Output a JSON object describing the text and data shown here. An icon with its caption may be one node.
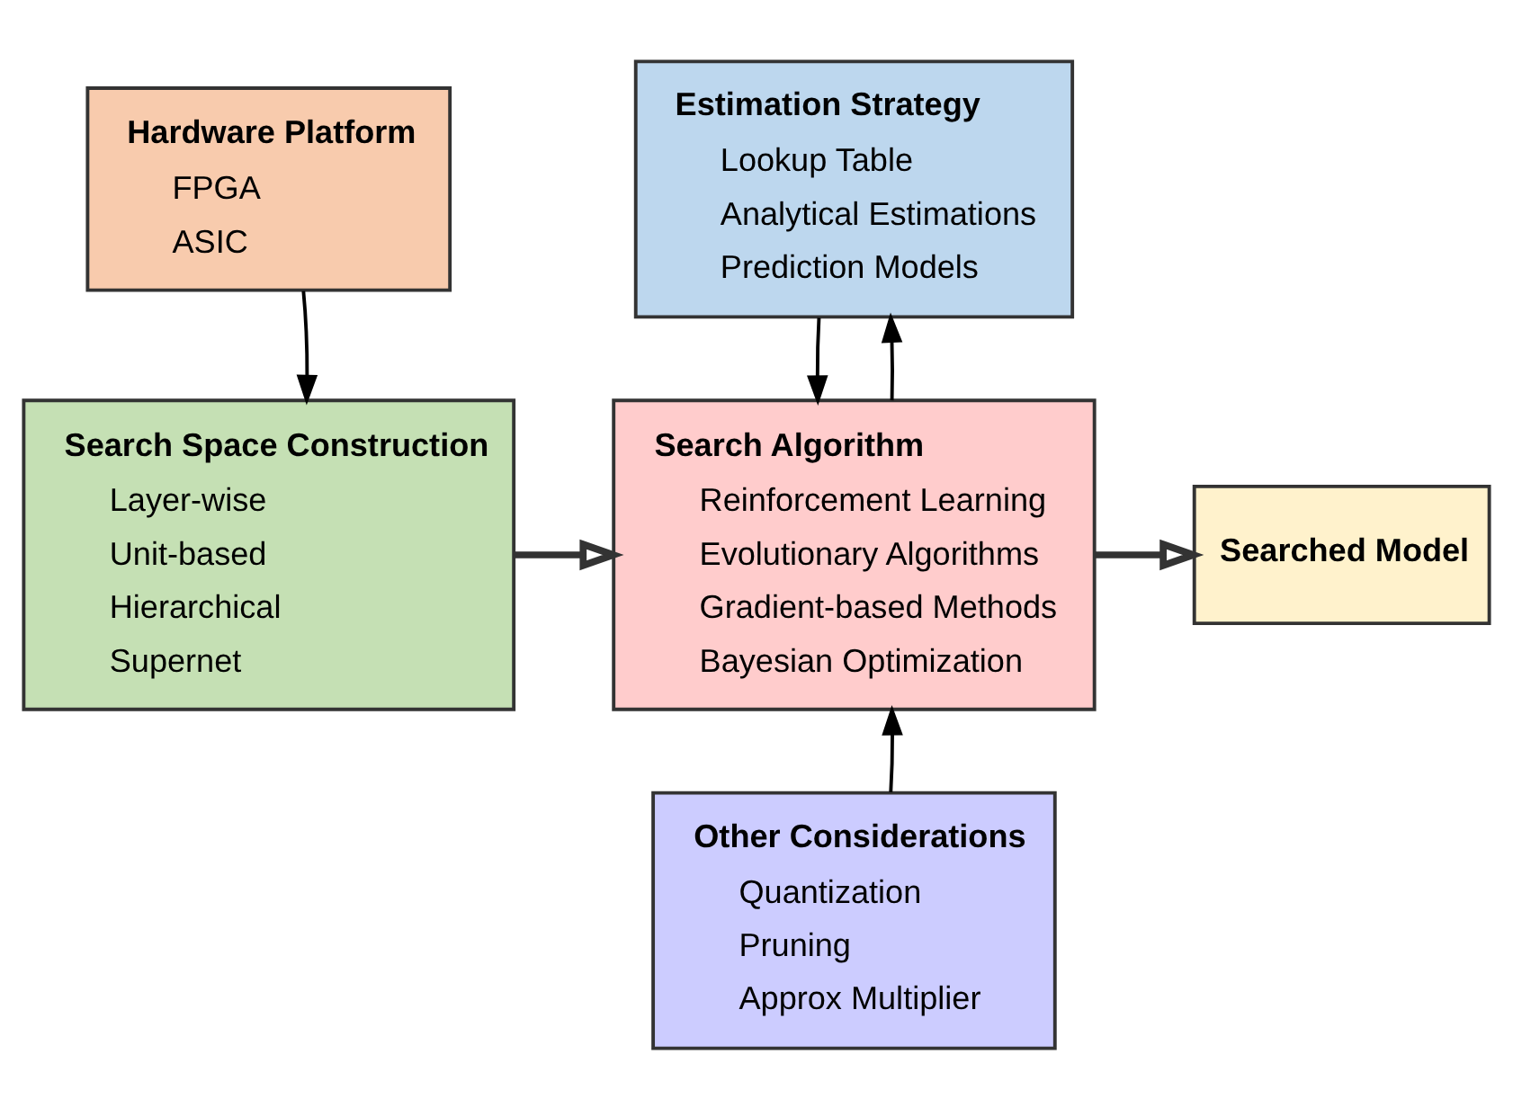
{
  "diagram": {
    "nodes": [
      {
        "text": [
          "Hardware Platform",
          "FPGA",
          "ASIC"
        ]
      },
      {
        "text": [
          "Estimation Strategy",
          "Lookup Table",
          "Analytical Estimations",
          "Prediction Models"
        ]
      },
      {
        "text": [
          "Search Space Construction",
          "Layer-wise",
          "Unit-based",
          "Hierarchical",
          "Supernet"
        ]
      },
      {
        "text": [
          "Search Algorithm",
          "Reinforcement Learning",
          "Evolutionary Algorithms",
          "Gradient-based Methods",
          "Bayesian Optimization"
        ]
      },
      {
        "text": [
          "Searched Model"
        ]
      },
      {
        "text": [
          "Other Considerations",
          "Quantization",
          "Pruning",
          "Approx Multiplier"
        ]
      }
    ],
    "edges": [
      {
        "from": 0,
        "to": 2,
        "arrow": "to"
      },
      {
        "from": 1,
        "to": 3,
        "arrow": "to"
      },
      {
        "from": 3,
        "to": 1,
        "arrow": "to"
      },
      {
        "from": 2,
        "to": 3,
        "arrow": "to",
        "style": "thick"
      },
      {
        "from": 3,
        "to": 4,
        "arrow": "to",
        "style": "thick"
      },
      {
        "from": 5,
        "to": 3,
        "arrow": "to"
      }
    ]
  }
}
